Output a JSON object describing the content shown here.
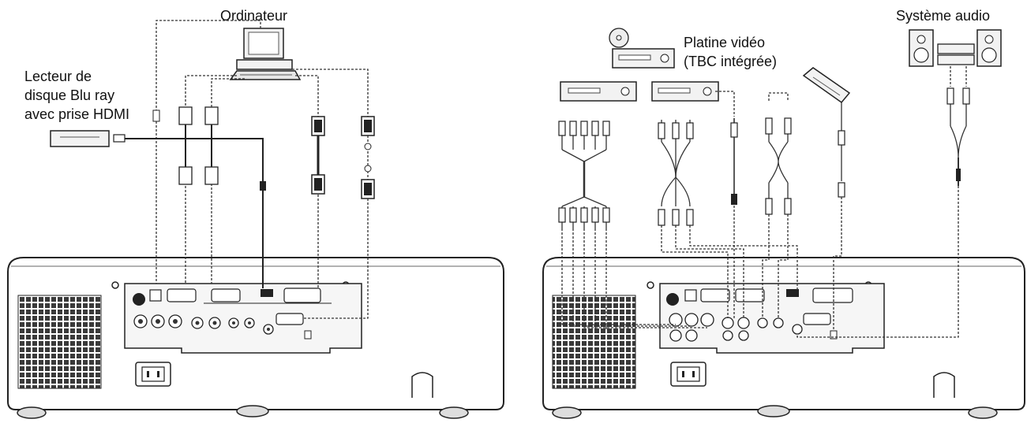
{
  "diagram": {
    "left_panel": {
      "computer_label": "Ordinateur",
      "bluray_label": [
        "Lecteur de",
        "disque Blu ray",
        "avec prise HDMI"
      ]
    },
    "right_panel": {
      "vcr_label": [
        "Platine vidéo",
        "(TBC intégrée)"
      ],
      "audio_label": "Système audio"
    }
  }
}
